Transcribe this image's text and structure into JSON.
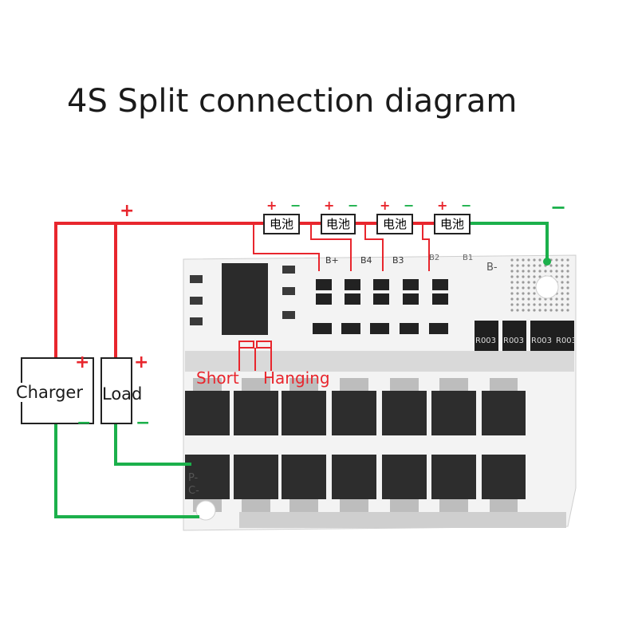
{
  "title": "4S Split connection diagram",
  "labels": {
    "charger": "Charger",
    "load": "Load",
    "short": "Short",
    "hanging": "Hanging"
  },
  "battery_label": "电池",
  "polarity": {
    "plus": "+",
    "minus": "−"
  },
  "pcb_labels": {
    "bplus": "B+",
    "b4": "B4",
    "b3": "B3",
    "b2": "B2",
    "b1": "B1",
    "bminus": "B-",
    "pminus": "P-",
    "cminus": "C-"
  },
  "resistor_label": "R003",
  "colors": {
    "positive": "#e8262d",
    "negative": "#1bb04b",
    "pcb": "#f4f4f4",
    "mosfet": "#2d2d2d"
  }
}
